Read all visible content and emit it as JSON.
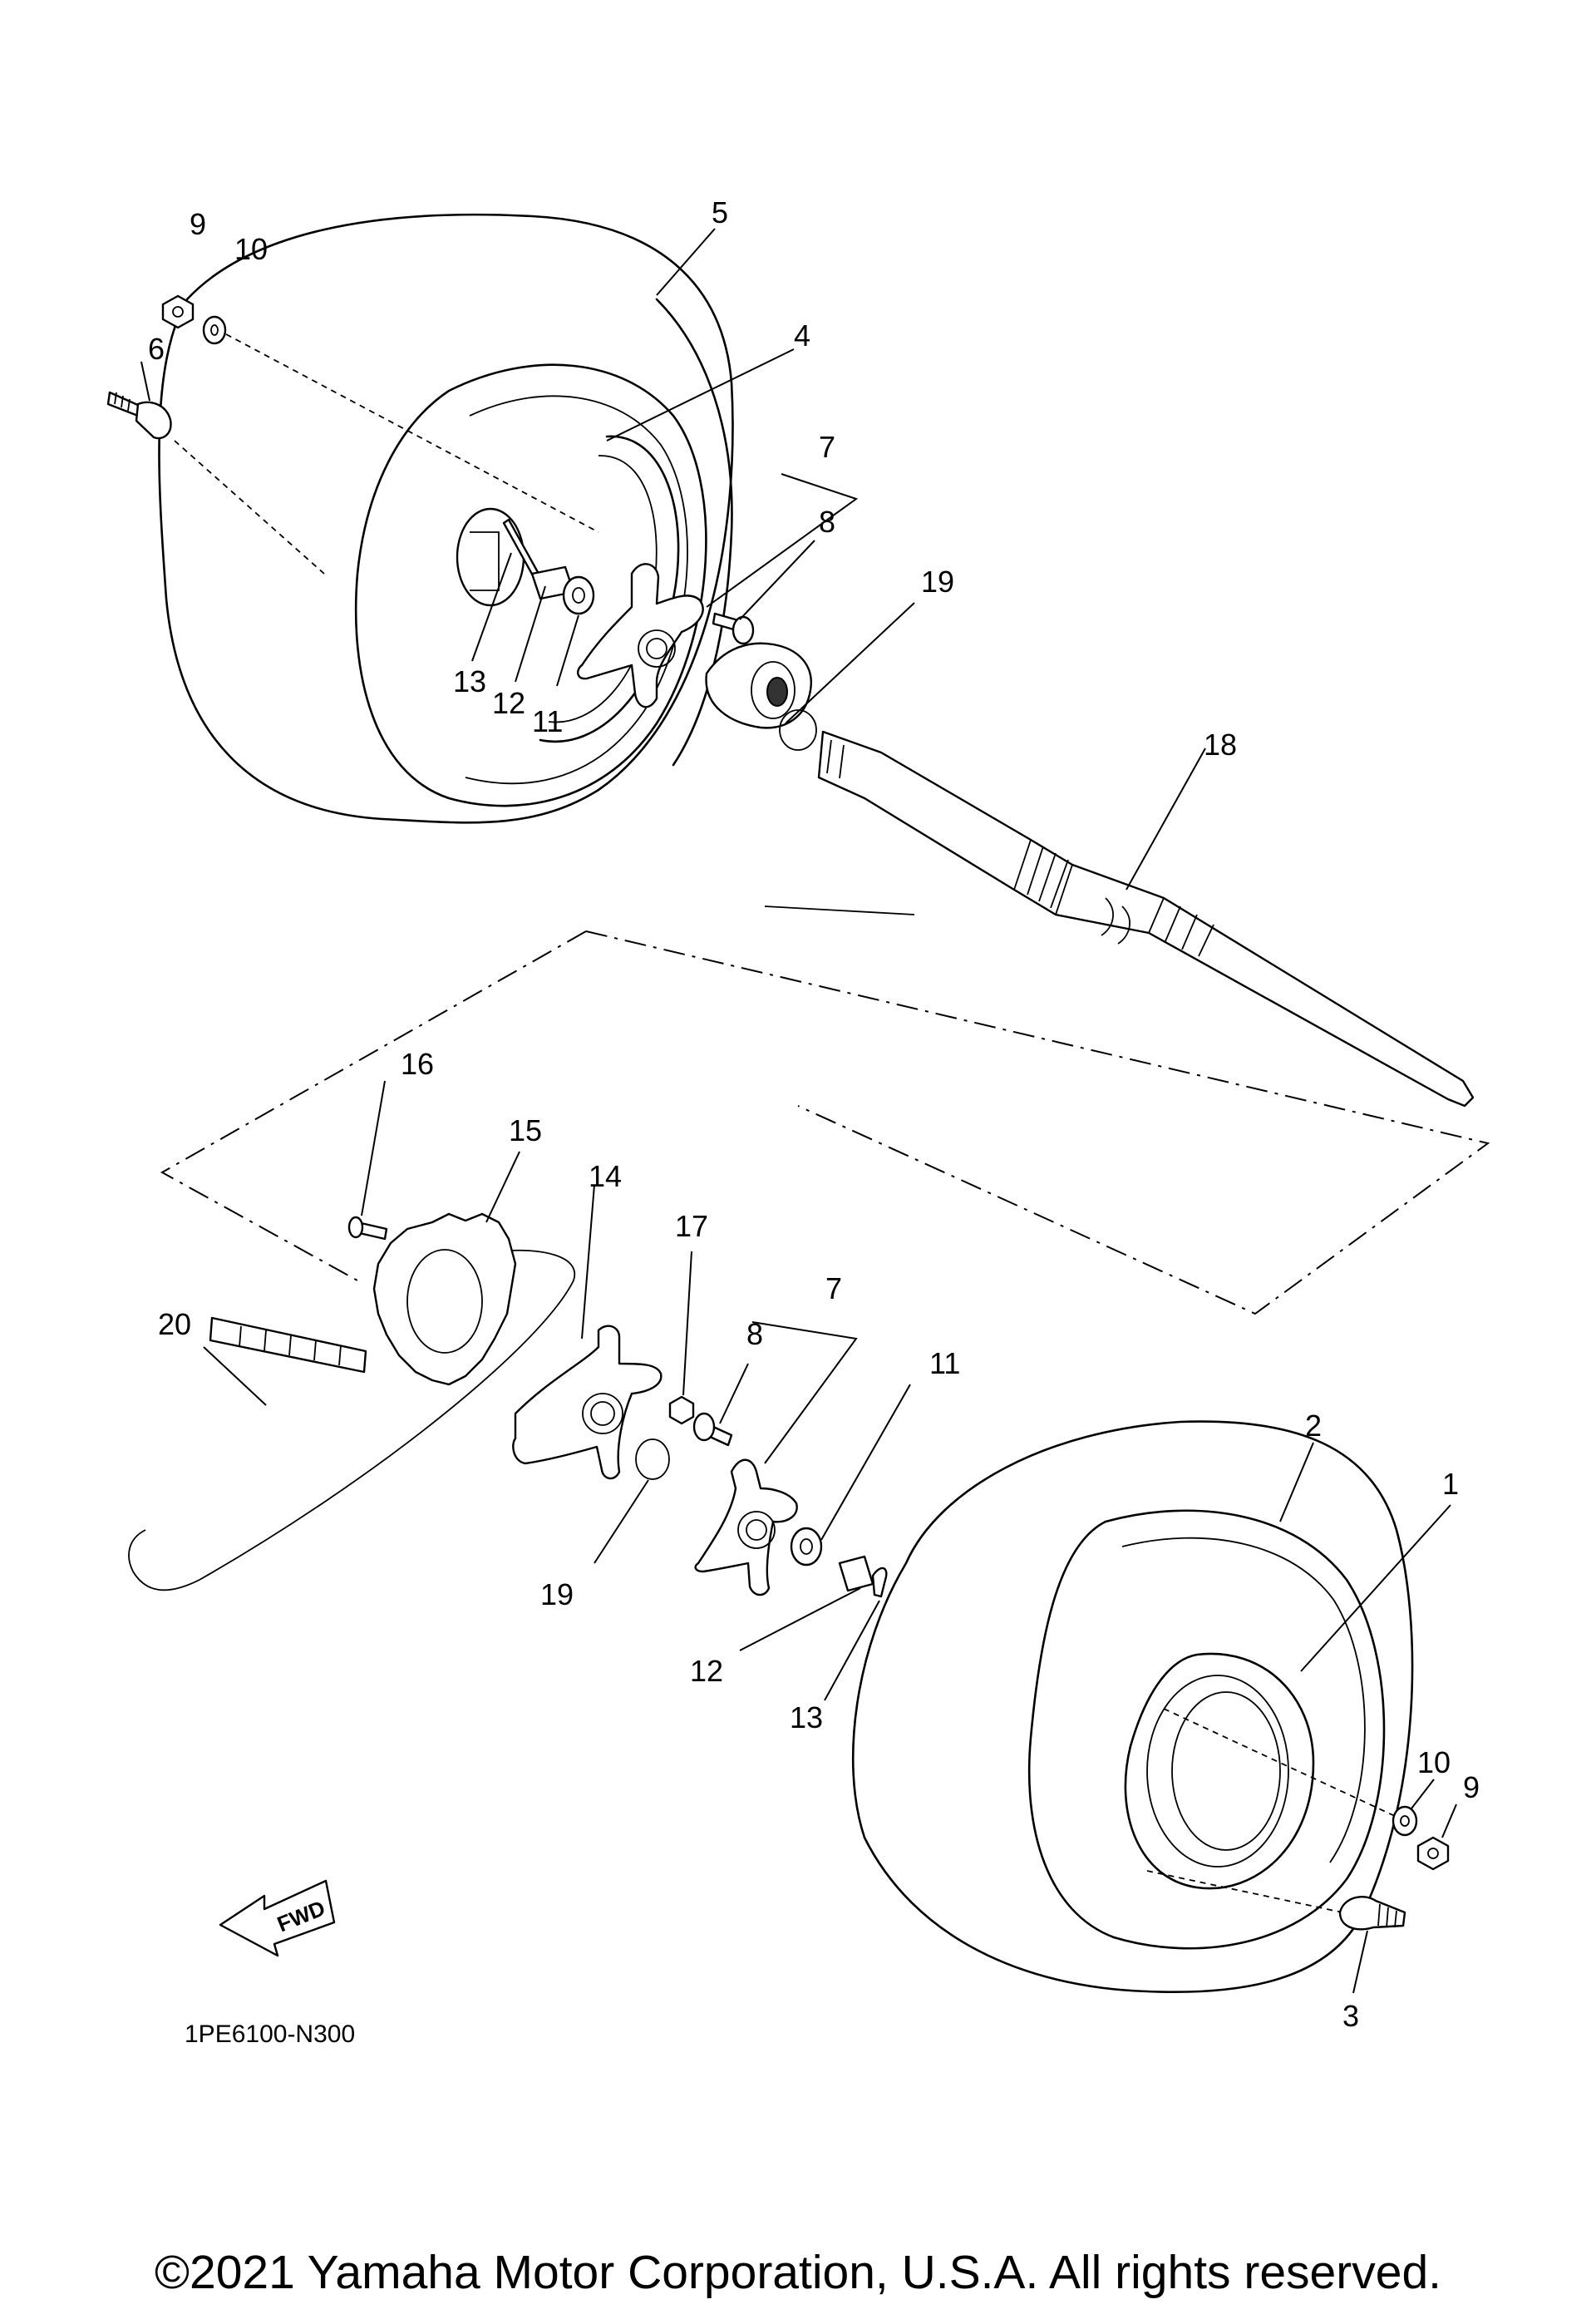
{
  "diagram": {
    "callouts": [
      "9",
      "10",
      "6",
      "5",
      "4",
      "7",
      "8",
      "19",
      "13",
      "12",
      "11",
      "18",
      "16",
      "15",
      "14",
      "17",
      "7",
      "8",
      "11",
      "20",
      "19",
      "2",
      "1",
      "12",
      "13",
      "10",
      "9",
      "3"
    ],
    "fwd_label": "FWD",
    "diagram_code": "1PE6100-N300"
  },
  "footer": {
    "copyright": "©2021 Yamaha Motor Corporation, U.S.A. All rights reserved."
  }
}
